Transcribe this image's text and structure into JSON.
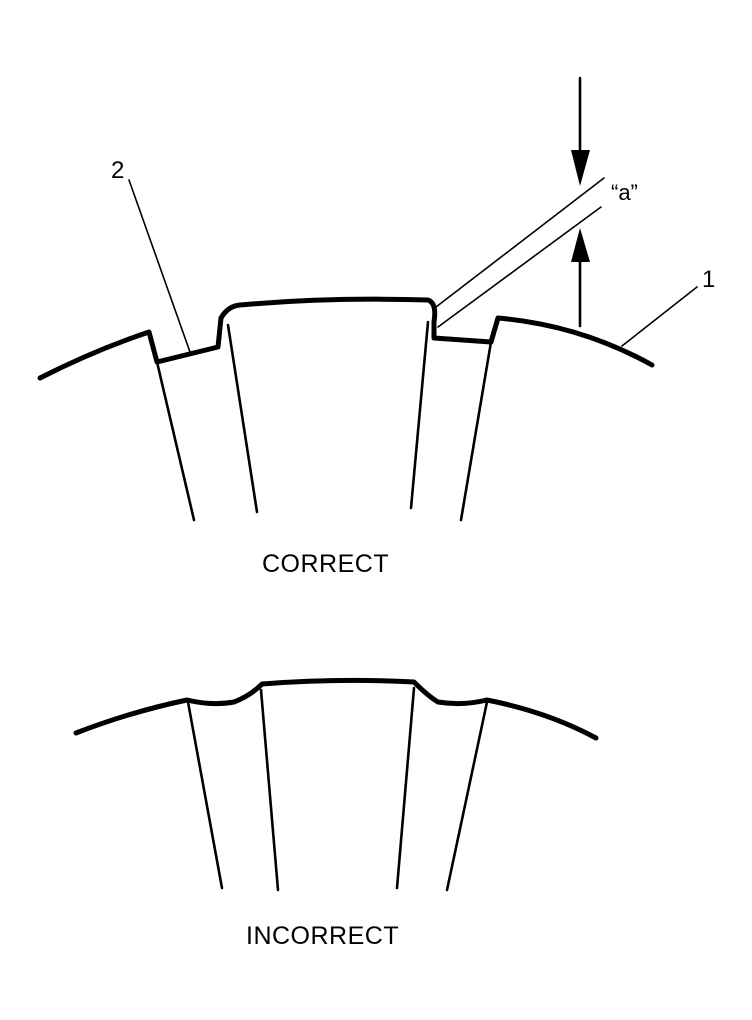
{
  "correct": {
    "caption": "CORRECT",
    "callout_1": "1",
    "callout_2": "2",
    "dimension_label": "“a”"
  },
  "incorrect": {
    "caption": "INCORRECT"
  }
}
